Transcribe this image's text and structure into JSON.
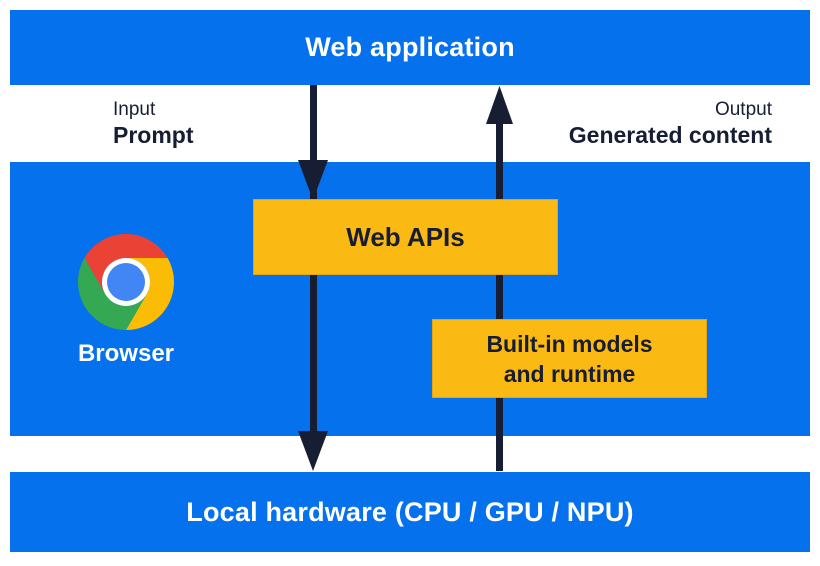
{
  "colors": {
    "blue": "#0571ED",
    "yellow": "#FBB914",
    "navy": "#171D33",
    "white_text": "#FFFFFF",
    "chrome_red": "#EA4335",
    "chrome_green": "#34A853",
    "chrome_yellow": "#FBBC05",
    "chrome_blue": "#4285F4"
  },
  "top_bar": {
    "label": "Web application"
  },
  "flow": {
    "input_title": "Input",
    "input_value": "Prompt",
    "output_title": "Output",
    "output_value": "Generated content"
  },
  "browser_panel": {
    "browser_label": "Browser",
    "web_apis_label": "Web APIs",
    "builtin_line1": "Built-in models",
    "builtin_line2": "and runtime"
  },
  "bottom_bar": {
    "label": "Local hardware (CPU / GPU / NPU)"
  }
}
